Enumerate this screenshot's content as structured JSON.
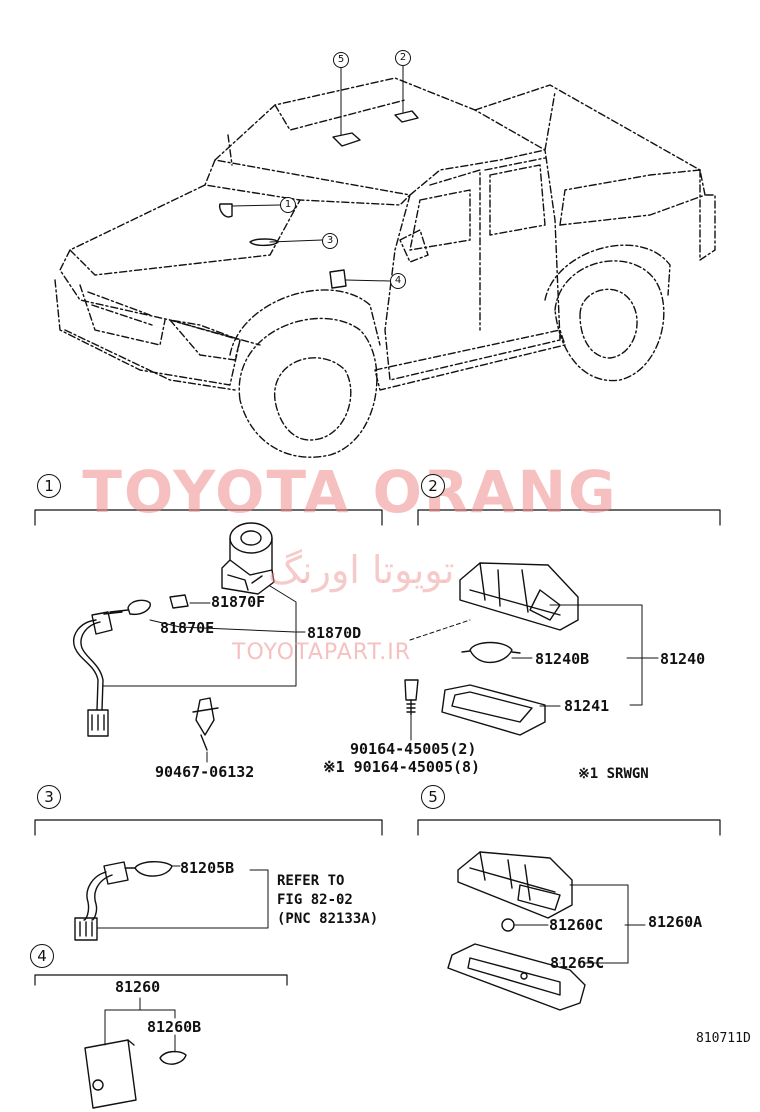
{
  "watermark": {
    "main": "TOYOTA ORANG",
    "persian": "تویوتا اورنگ",
    "url": "TOYOTAPART.IR"
  },
  "overview_callouts": [
    "1",
    "2",
    "3",
    "4",
    "5"
  ],
  "sections": [
    {
      "number": "1",
      "parts": [
        "81870F",
        "81870E",
        "81870D",
        "90467-06132"
      ]
    },
    {
      "number": "2",
      "parts": [
        "81240B",
        "81240",
        "81241",
        "90164-45005(2)",
        "※1 90164-45005(8)"
      ],
      "note": "※1 SRWGN"
    },
    {
      "number": "3",
      "parts": [
        "81205B"
      ],
      "refer": [
        "REFER TO",
        "FIG 82-02",
        "(PNC 82133A)"
      ]
    },
    {
      "number": "4",
      "parts": [
        "81260",
        "81260B"
      ]
    },
    {
      "number": "5",
      "parts": [
        "81260C",
        "81260A",
        "81265C"
      ]
    }
  ],
  "figure_code": "810711D"
}
